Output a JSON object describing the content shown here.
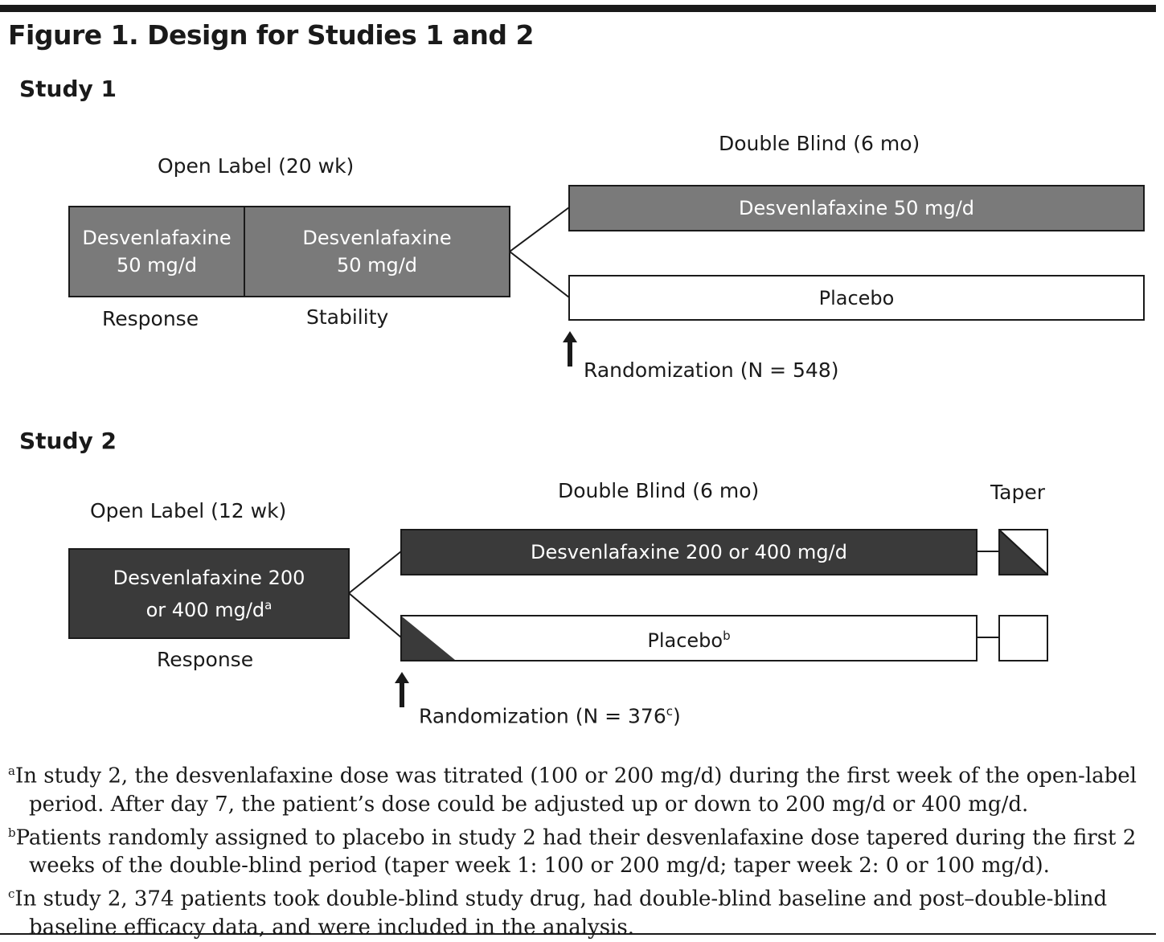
{
  "title": "Figure 1. Design for Studies 1 and 2",
  "study1": {
    "heading": "Study 1",
    "open_label": "Open Label (20 wk)",
    "double_blind": "Double Blind (6 mo)",
    "ol_box1_line1": "Desvenlafaxine",
    "ol_box1_line2": "50 mg/d",
    "ol_box2_line1": "Desvenlafaxine",
    "ol_box2_line2": "50 mg/d",
    "phase1": "Response",
    "phase2": "Stability",
    "db_drug": "Desvenlafaxine 50 mg/d",
    "db_placebo": "Placebo",
    "randomization": "Randomization (N = 548)"
  },
  "study2": {
    "heading": "Study 2",
    "open_label": "Open Label (12 wk)",
    "double_blind": "Double Blind (6 mo)",
    "taper": "Taper",
    "ol_box_line1": "Desvenlafaxine 200",
    "ol_box_line2": "or 400 mg/d",
    "ol_box_sup": "a",
    "phase1": "Response",
    "db_drug": "Desvenlafaxine 200 or 400 mg/d",
    "db_placebo": "Placebo",
    "db_placebo_sup": "b",
    "randomization_pre": "Randomization (N = 376",
    "randomization_sup": "c",
    "randomization_post": ")"
  },
  "footnotes": [
    {
      "mark": "a",
      "text": "In study 2, the desvenlafaxine dose was titrated (100 or 200 mg/d) during the first week of the open-label period. After day 7, the patient’s dose could be adjusted up or down to 200 mg/d or 400 mg/d."
    },
    {
      "mark": "b",
      "text": "Patients randomly assigned to placebo in study 2 had their desvenlafaxine dose tapered during the first 2 weeks of the double-blind period (taper week 1: 100 or 200 mg/d; taper week 2: 0 or 100 mg/d)."
    },
    {
      "mark": "c",
      "text": "In study 2, 374 patients took double-blind study drug, had double-blind baseline and post–double-blind baseline efficacy data, and were included in the analysis."
    }
  ],
  "colors": {
    "mid_gray": "#7a7a7a",
    "dark_gray": "#3a3a3a",
    "line": "#1a1a1a"
  }
}
